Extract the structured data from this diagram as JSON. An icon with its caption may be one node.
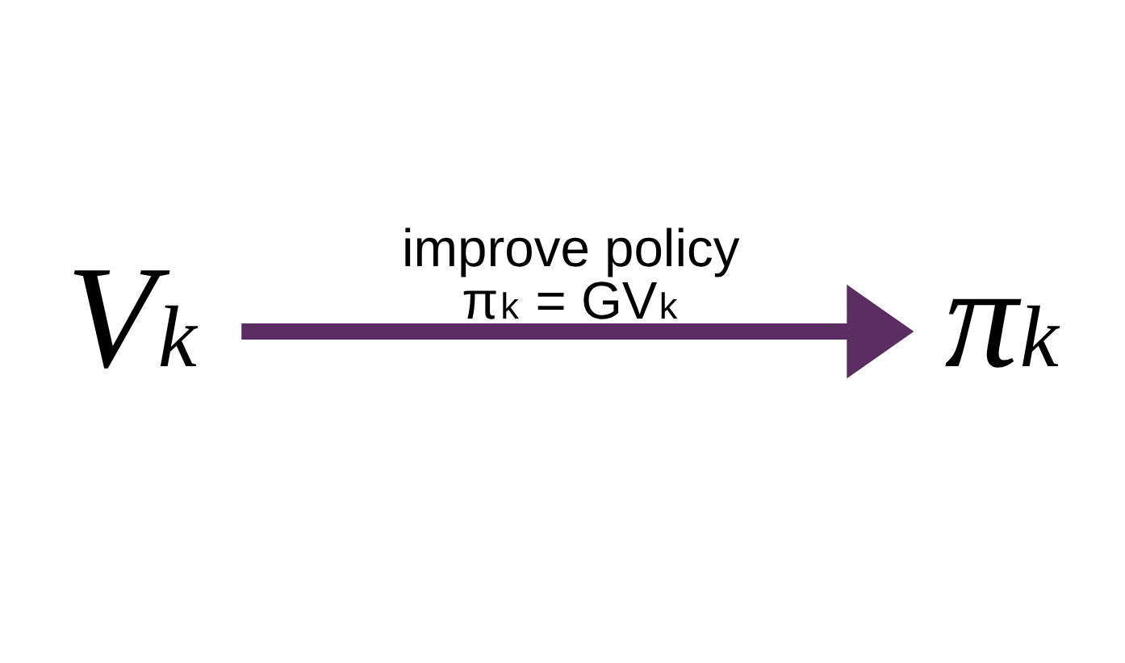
{
  "diagram": {
    "nodes": [
      {
        "text": [
          "V$_{k}$"
        ]
      },
      {
        "text": [
          "π$_{k}$"
        ]
      }
    ],
    "edges": [
      {
        "from": 0,
        "to": 1,
        "arrow": "to",
        "label": "improve policy π$_{k}$ = GV$_{k}$",
        "color": "#5b2d62"
      }
    ]
  }
}
